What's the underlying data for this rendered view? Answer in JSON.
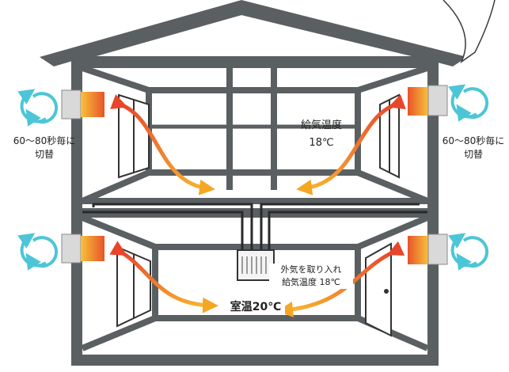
{
  "labels": {
    "left_switch_upper": "60〜80秒毎に",
    "left_switch_lower": "切替",
    "right_switch_upper": "60〜80秒毎に",
    "right_switch_lower": "切替",
    "supply_temp_title": "給気温度",
    "supply_temp_value": "18℃",
    "intake_line1": "外気を取り入れ",
    "intake_line2": "給気温度 18℃",
    "room_temp": "室温20℃"
  },
  "colors": {
    "frame": "#5a5f62",
    "interior_line": "#3a3a3a",
    "cycle_arrow": "#4cc6d6",
    "unit_warm": "#f6b23a",
    "unit_hot": "#e8532a",
    "airflow_start": "#f5b331",
    "airflow_end": "#e8452a"
  },
  "icons": [
    "rotation-cycle-icon",
    "ventilation-unit-icon",
    "airflow-arrow-icon",
    "control-switch-icon",
    "door-icon",
    "window-icon"
  ]
}
